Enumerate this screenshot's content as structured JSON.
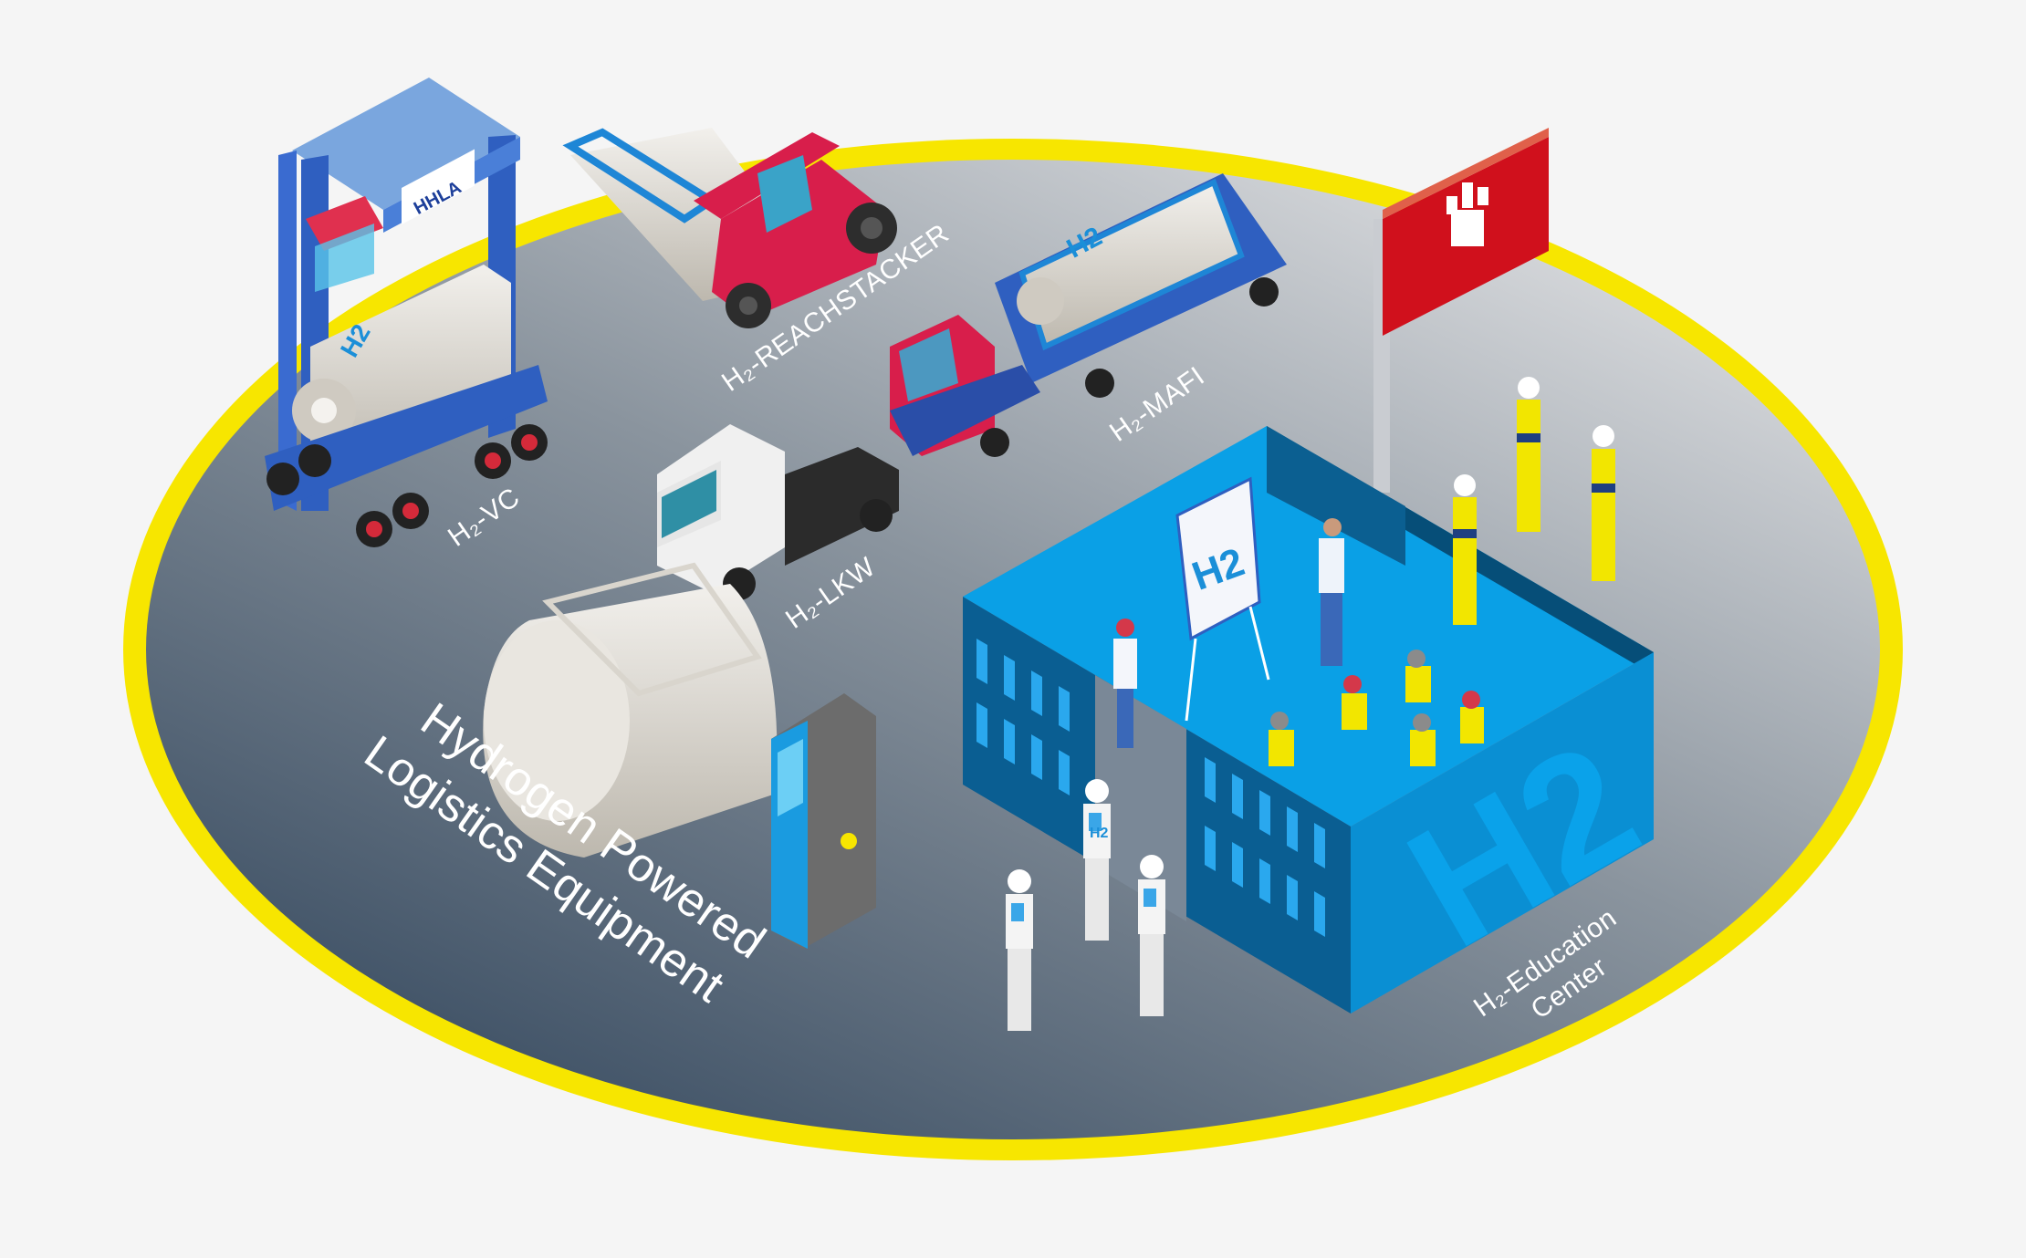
{
  "title": {
    "line1": "Hydrogen Powered",
    "line2": "Logistics Equipment"
  },
  "labels": {
    "vc": "H₂-VC",
    "reachstacker": "H₂-REACHSTACKER",
    "mafi": "H₂-MAFI",
    "lkw": "H₂-LKW",
    "education_line1": "H₂-Education",
    "education_line2": "Center"
  },
  "logos": {
    "hhla": "HHLA"
  },
  "markings": {
    "container_mark": "H2",
    "flipchart": "H2",
    "building_wall": "H2",
    "vest_mark": "H2"
  },
  "colors": {
    "ring": "#f7e600",
    "ground_light": "#c8ccd1",
    "ground_dark": "#3e5166",
    "building": "#0a8fd3",
    "vehicle_red": "#d81e4b",
    "vehicle_blue": "#2f5fc0",
    "flag_red": "#d0101c"
  }
}
